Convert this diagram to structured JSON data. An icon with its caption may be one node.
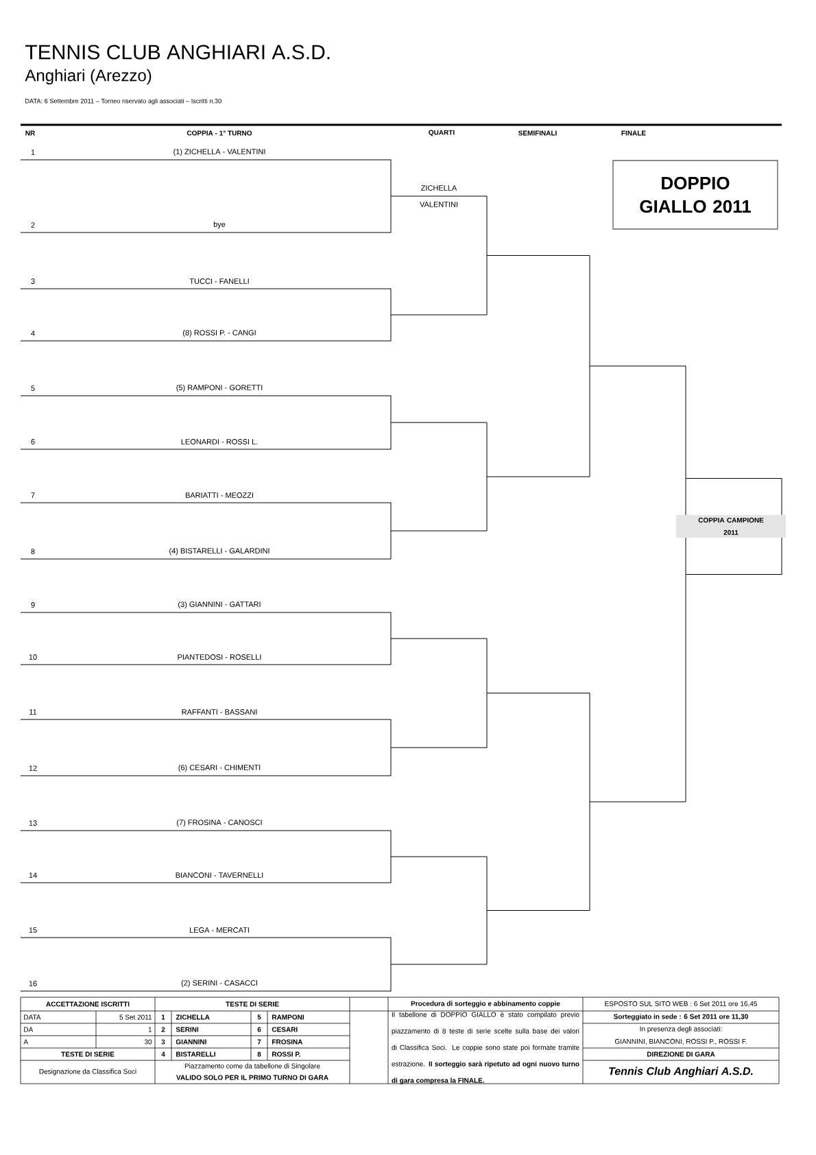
{
  "diagram": {
    "title": "TENNIS CLUB ANGHIARI A.S.D.",
    "nodes": [
      {
        "text": [
          "DOPPIO GIALLO 2011"
        ]
      },
      {
        "text": [
          "COPPIA CAMPIONE",
          "2011"
        ]
      }
    ],
    "labels": [
      "Anghiari (Arezzo)",
      "DATA: 6 Settembre 2011 – Torneo riservato agli associati – Iscritti n.30",
      "NR",
      "COPPIA - 1° TURNO",
      "QUARTI",
      "SEMIFINALI",
      "FINALE",
      "1",
      "(1) ZICHELLA - VALENTINI",
      "ZICHELLA VALENTINI",
      "2",
      "bye",
      "3",
      "TUCCI - FANELLI",
      "4",
      "(8) ROSSI P. - CANGI",
      "5",
      "(5) RAMPONI - GORETTI",
      "6",
      "LEONARDI - ROSSI L.",
      "7",
      "BARIATTI - MEOZZI",
      "8",
      "(4) BISTARELLI - GALARDINI",
      "9",
      "(3) GIANNINI - GATTARI",
      "10",
      "PIANTEDOSI - ROSELLI",
      "11",
      "RAFFANTI - BASSANI",
      "12",
      "(6) CESARI - CHIMENTI",
      "13",
      "(7) FROSINA - CANOSCI",
      "14",
      "BIANCONI - TAVERNELLI",
      "15",
      "LEGA - MERCATI",
      "16",
      "(2) SERINI - CASACCI",
      "ACCETTAZIONE ISCRITTI",
      "TESTE DI SERIE",
      "Procedura di sorteggio e abbinamento coppie",
      "ESPOSTO SUL SITO WEB : 6 Set 2011 ore 16,45",
      "DATA",
      "5 Set 2011",
      "1",
      "ZICHELLA",
      "5",
      "RAMPONI",
      "Il tabellone di DOPPIO GIALLO è stato compilato previo piazzamento di 8 teste di serie scelte sulla base dei valori di Classifica Soci. Le coppie sono state poi formate tramite estrazione. **Il sorteggio sarà ripetuto ad ogni nuovo turno di gara compresa la FINALE.**",
      "Sorteggiato in sede : 6 Set 2011 ore 11,30",
      "DA",
      "1",
      "2",
      "SERINI",
      "6",
      "CESARI",
      "In presenza degli associati:",
      "A",
      "30",
      "3",
      "GIANNINI",
      "7",
      "FROSINA",
      "GIANNINI, BIANCONI, ROSSI P., ROSSI F.",
      "TESTE DI SERIE",
      "4",
      "BISTARELLI",
      "8",
      "ROSSI P.",
      "DIREZIONE DI GARA",
      "Designazione da Classifica Soci",
      "Piazzamento come da tabellone di Singolare",
      "VALIDO SOLO PER IL PRIMO TURNO DI GARA",
      "Tennis Club Anghiari A.S.D."
    ]
  }
}
